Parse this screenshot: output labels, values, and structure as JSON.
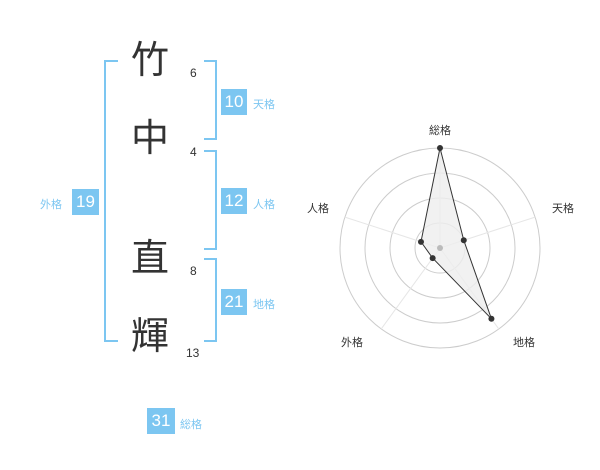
{
  "name_chars": [
    {
      "char": "竹",
      "strokes": "6"
    },
    {
      "char": "中",
      "strokes": "4"
    },
    {
      "char": "直",
      "strokes": "8"
    },
    {
      "char": "輝",
      "strokes": "13"
    }
  ],
  "fortune": {
    "ten": {
      "value": "10",
      "label": "天格"
    },
    "jin": {
      "value": "12",
      "label": "人格"
    },
    "chi": {
      "value": "21",
      "label": "地格"
    },
    "gai": {
      "value": "19",
      "label": "外格"
    },
    "sou": {
      "value": "31",
      "label": "総格"
    }
  },
  "colors": {
    "accent": "#7cc6f1",
    "text": "#333333",
    "grid": "#cccccc"
  },
  "chart_data": {
    "type": "radar",
    "axes": [
      "総格",
      "天格",
      "地格",
      "外格",
      "人格"
    ],
    "values": [
      4.0,
      1.0,
      3.5,
      0.5,
      0.8
    ],
    "max": 4,
    "rings": 4
  }
}
